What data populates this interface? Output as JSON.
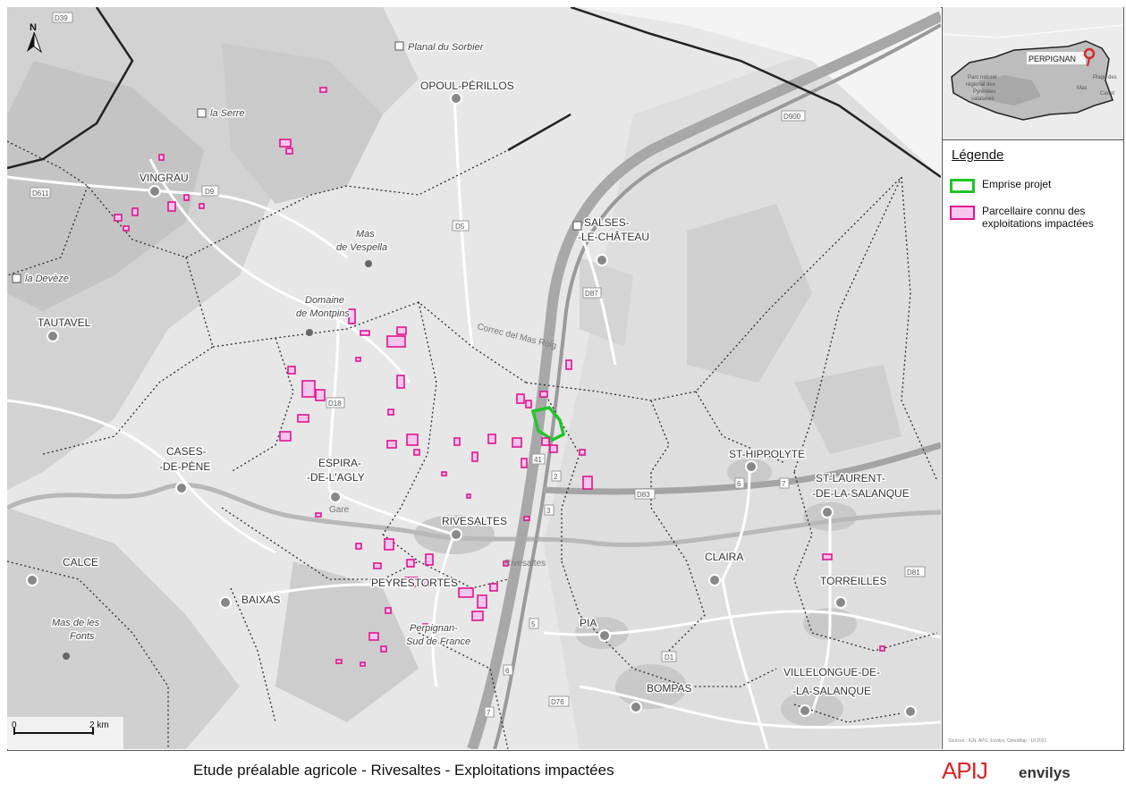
{
  "colors": {
    "emprise": "#22c42a",
    "parcel_fill": "#f6c6ec",
    "parcel_stroke": "#e0148f",
    "marker_red": "#d9262a"
  },
  "map": {
    "north_label": "N",
    "scale_start": "0",
    "scale_end": "2 km",
    "towns": [
      {
        "name": "OPOUL-PÉRILLOS"
      },
      {
        "name": "VINGRAU"
      },
      {
        "name": "TAUTAVEL"
      },
      {
        "name": "SALSES-"
      },
      {
        "name": "-LE-CHÂTEAU"
      },
      {
        "name": "CASES-"
      },
      {
        "name": "-DE-PÈNE"
      },
      {
        "name": "ESPIRA-"
      },
      {
        "name": "-DE-L'AGLY"
      },
      {
        "name": "RIVESALTES"
      },
      {
        "name": "ST-HIPPOLYTE"
      },
      {
        "name": "ST-LAURENT-"
      },
      {
        "name": "-DE-LA-SALANQUE"
      },
      {
        "name": "CALCE"
      },
      {
        "name": "BAIXAS"
      },
      {
        "name": "PEYRESTORTES"
      },
      {
        "name": "CLAIRA"
      },
      {
        "name": "TORREILLES"
      },
      {
        "name": "PIA"
      },
      {
        "name": "BOMPAS"
      },
      {
        "name": "VILLELONGUE-DE-"
      },
      {
        "name": "-LA-SALANQUE"
      }
    ],
    "places": [
      {
        "name": "Planal du Sorbier"
      },
      {
        "name": "la Serre"
      },
      {
        "name": "la Devèze"
      },
      {
        "name": "Mas"
      },
      {
        "name": "de Vespella"
      },
      {
        "name": "Domaine"
      },
      {
        "name": "de Montpins"
      },
      {
        "name": "Mas de les"
      },
      {
        "name": "Fonts"
      },
      {
        "name": "Perpignan-"
      },
      {
        "name": "Sud de France"
      },
      {
        "name": "Correc del Mas Roig"
      },
      {
        "name": "Gare"
      },
      {
        "name": "Rivesaltes"
      }
    ],
    "roads": [
      "D9",
      "D5",
      "D611",
      "D18",
      "D87",
      "D900",
      "D83",
      "D81",
      "D76",
      "D1",
      "D39"
    ],
    "exits": [
      "41",
      "2",
      "3",
      "5",
      "6",
      "7",
      "6",
      "7"
    ]
  },
  "inset": {
    "city_label": "PERPIGNAN",
    "region_labels": [
      "Parc naturel",
      "régional des",
      "Pyrénées",
      "catalanes",
      "Plage des",
      "Mas",
      "Canet"
    ]
  },
  "legend": {
    "title": "Légende",
    "items": [
      {
        "label": "Emprise projet"
      },
      {
        "label": "Parcellaire connu des exploitations impactées"
      }
    ],
    "credits": "Sources : IGN, APIJ, Envilys, OpenMap - 10.2021"
  },
  "footer": {
    "title": "Etude préalable agricole - Rivesaltes - Exploitations impactées",
    "logo_apij": "APIJ",
    "logo_envilys": "envilys"
  }
}
